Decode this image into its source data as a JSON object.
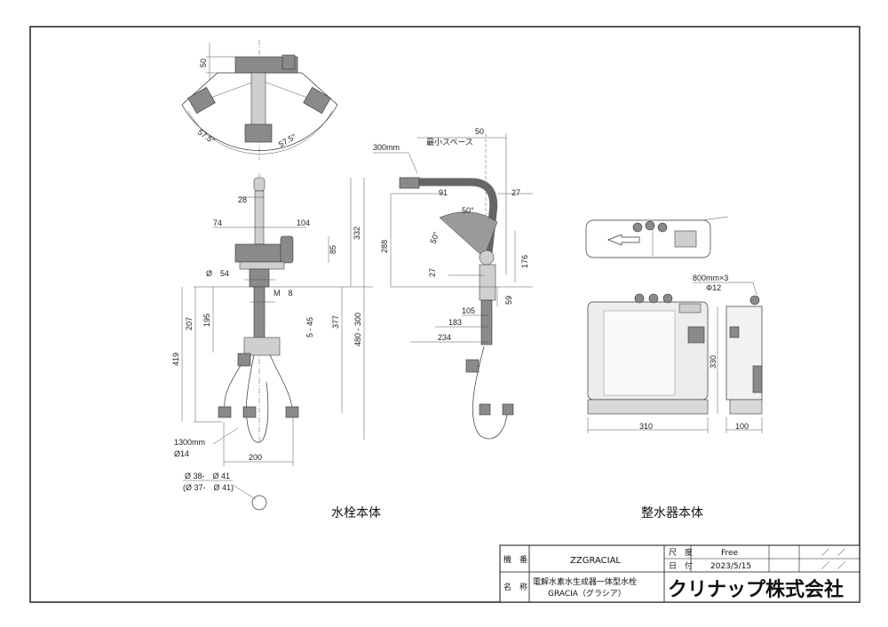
{
  "labels": {
    "faucet_body": "水栓本体",
    "purifier_body": "整水器本体"
  },
  "dims_top": {
    "d50": "50",
    "a1": "57.5°",
    "a2": "57.5°"
  },
  "dims_front": {
    "d28": "28",
    "d74": "74",
    "d104": "104",
    "d85": "85",
    "d332": "332",
    "phi54": "Ø　54",
    "m8": "M　8",
    "d207": "207",
    "d195": "195",
    "d5_45": "5 - 45",
    "d377": "377",
    "d480_300": "480 - 300",
    "d419": "419",
    "hose_len": "1300mm",
    "hose_dia": "Ø14",
    "d200": "200",
    "hole1": "Ø 38-　Ø 41",
    "hole2": "(Ø 37-　Ø 41)"
  },
  "dims_side": {
    "d300mm": "300mm",
    "d50": "50",
    "min_space": "最小スペース",
    "d91": "91",
    "d27a": "27",
    "a50a": "50°",
    "a50b": "50°",
    "d288": "288",
    "d27b": "27",
    "d176": "176",
    "d59": "59",
    "d105": "105",
    "d183": "183",
    "d234": "234"
  },
  "dims_purifier": {
    "tubes": "800mm×3",
    "tube_dia": "Φ12",
    "d330": "330",
    "d310": "310",
    "d100": "100"
  },
  "title_block": {
    "model_label": "機　番",
    "model": "ZZGRACIAL",
    "scale_label": "尺　度",
    "scale": "Free",
    "date_label": "日　付",
    "date": "2023/5/15",
    "name_label": "名　称",
    "name1": "電解水素水生成器一体型水栓",
    "name2": "GRACIA（グラシア）",
    "company": "クリナップ株式会社",
    "slash1": "／　／",
    "slash2": "／　／"
  }
}
